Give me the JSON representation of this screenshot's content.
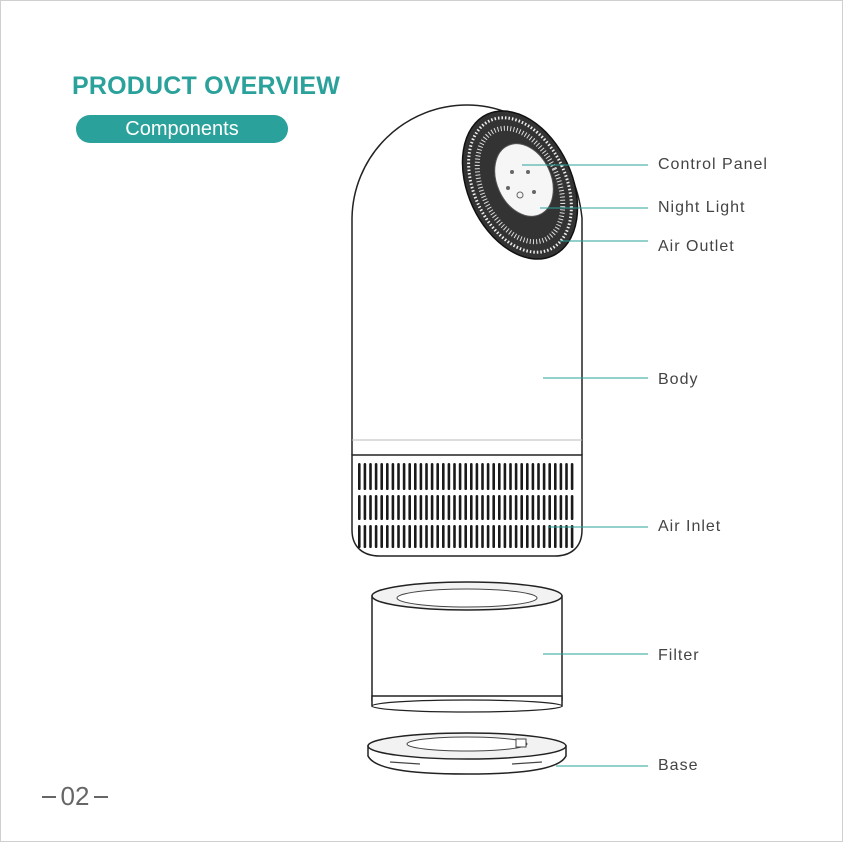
{
  "header": {
    "title": "PRODUCT OVERVIEW",
    "section_pill": "Components"
  },
  "labels": {
    "control_panel": "Control Panel",
    "night_light": "Night Light",
    "air_outlet": "Air Outlet",
    "body": "Body",
    "air_inlet": "Air Inlet",
    "filter": "Filter",
    "base": "Base"
  },
  "footer": {
    "page_number": "02"
  },
  "colors": {
    "accent": "#2aa19a",
    "leader_line": "#2aa19a"
  }
}
